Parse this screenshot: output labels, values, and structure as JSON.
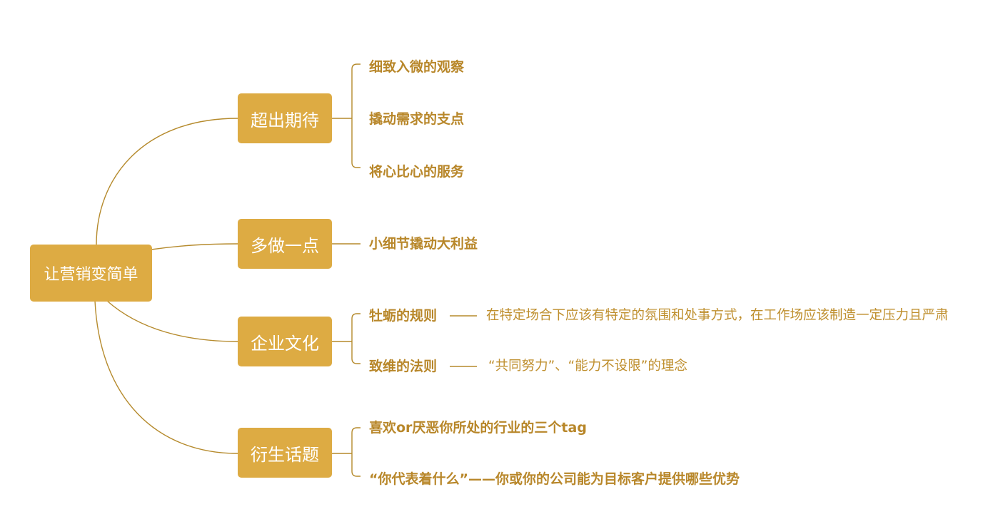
{
  "root": {
    "label": "让营销变简单"
  },
  "branches": [
    {
      "label": "超出期待",
      "items": [
        {
          "label": "细致入微的观察"
        },
        {
          "label": "撬动需求的支点"
        },
        {
          "label": "将心比心的服务"
        }
      ]
    },
    {
      "label": "多做一点",
      "items": [
        {
          "label": "小细节撬动大利益"
        }
      ]
    },
    {
      "label": "企业文化",
      "items": [
        {
          "label": "牡蛎的规则",
          "detail": "在特定场合下应该有特定的氛围和处事方式，在工作场应该制造一定压力且严肃"
        },
        {
          "label": "致维的法则",
          "detail": "“共同努力”、“能力不设限”的理念"
        }
      ]
    },
    {
      "label": "衍生话题",
      "items": [
        {
          "label": "喜欢or厌恶你所处的行业的三个tag"
        },
        {
          "label": "“你代表着什么”——你或你的公司能为目标客户提供哪些优势"
        }
      ]
    }
  ],
  "colors": {
    "node_fill": "#DDAB43",
    "node_text": "#FFFFFF",
    "item_text": "#B8872A",
    "edge": "#B58A2C"
  }
}
